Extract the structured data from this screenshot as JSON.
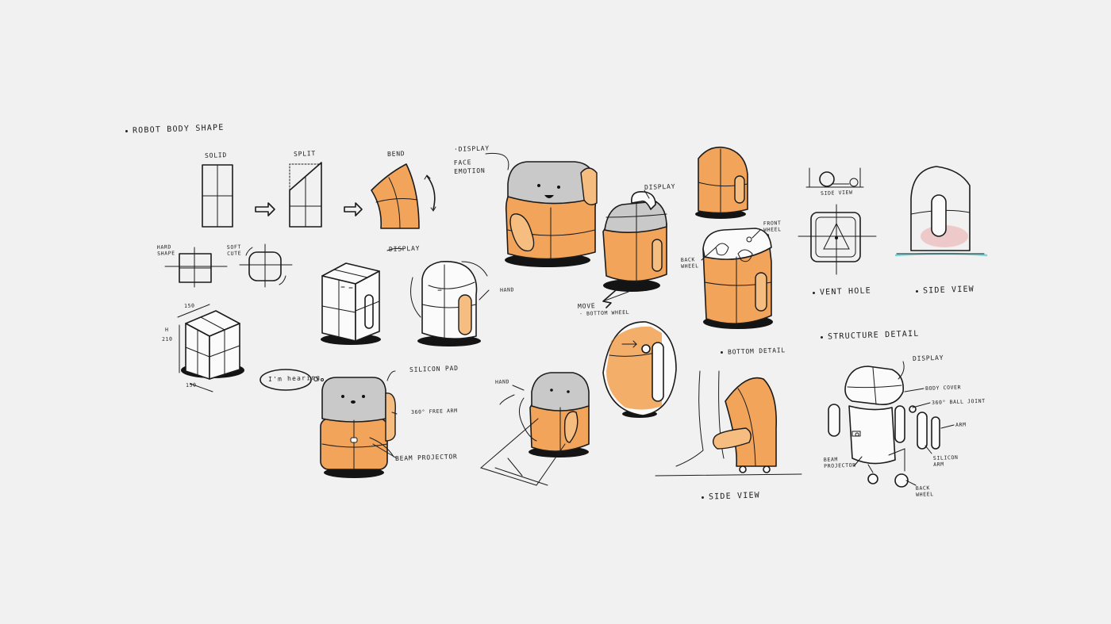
{
  "labels": {
    "title": "Robot body shape",
    "solid": "Solid",
    "split": "Split",
    "bend": "Bend",
    "hard_shape": "Hard\nShape",
    "soft_cute": "Soft\nCute",
    "dim_150_top": "150",
    "dim_h": "H",
    "dim_210": "210",
    "dim_150_bottom": "150",
    "display_1": "Display",
    "hand_1": "Hand",
    "im_hearing": "I'm hearing",
    "silicon_pad": "Silicon pad",
    "free_arm": "360° free arm",
    "beam_projector": "Beam projector",
    "display_face": "Display",
    "face_emotion": "Face\nemotion",
    "display_2": "Display",
    "move": "Move",
    "bottom_wheel": "· Bottom wheel",
    "hand_2": "Hand",
    "front_wheel": "Front\nwheel",
    "back_wheel": "Back\nwheel",
    "bottom_detail": "Bottom detail",
    "side_view_1": "Side view",
    "side_view_small": "Side view",
    "vent_hole": "Vent hole",
    "side_view_2": "Side view",
    "structure_detail": "Structure detail",
    "display_3": "Display",
    "body_cover": "Body cover",
    "ball_joint": "360° ball joint",
    "arm": "Arm",
    "silicon_arm": "Silicon\narm",
    "beam_projector_2": "Beam\nprojector",
    "back_wheel_2": "Back\nwheel"
  },
  "colors": {
    "background": "#f1f1f1",
    "orange": "#f2a55a",
    "gray": "#c9c9c9",
    "ink": "#1b1b1b"
  }
}
